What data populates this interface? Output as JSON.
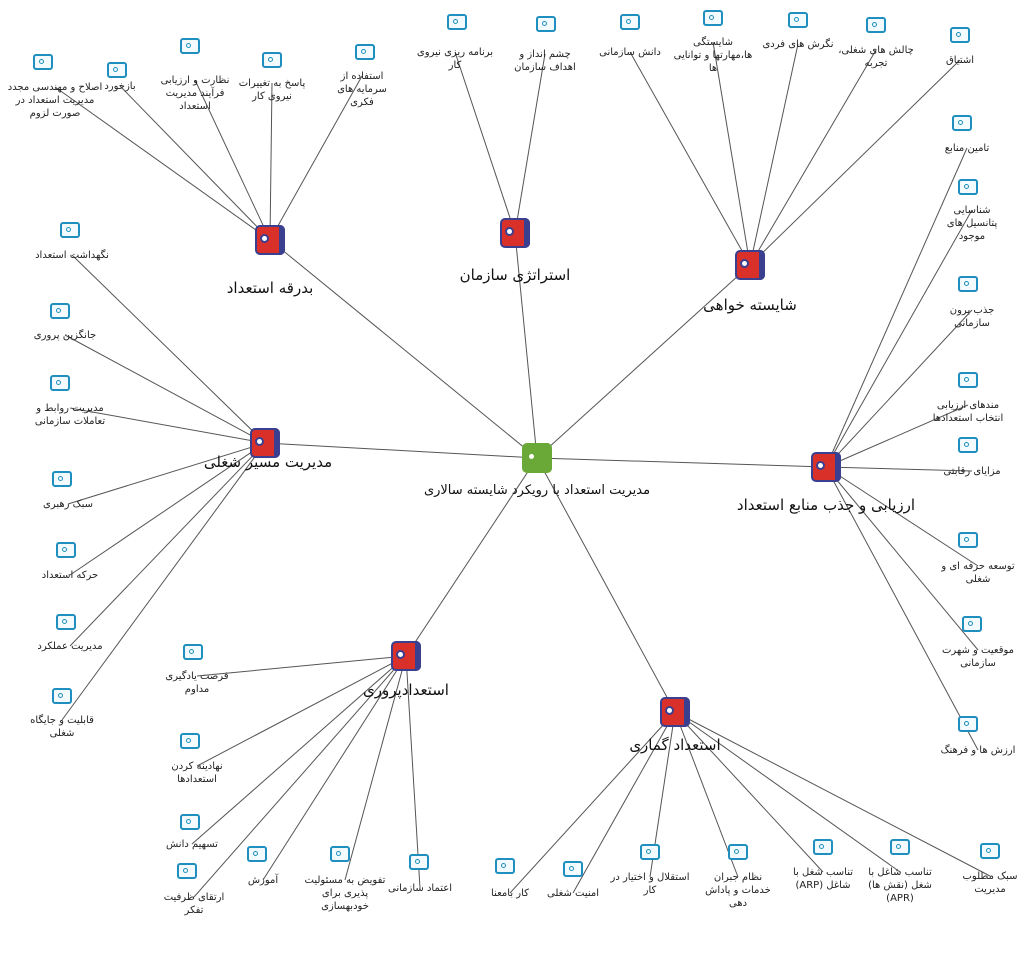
{
  "center": {
    "label": "مدیریت استعداد با رویکرد شایسته سالاری"
  },
  "branches": {
    "strategy": {
      "label": "استراتژی سازمان",
      "leaves": [
        "برنامه ریزی نیروی کار",
        "چشم انداز و اهداف سازمان"
      ]
    },
    "competency": {
      "label": "شایسته خواهی",
      "leaves": [
        "دانش سازمانی",
        "شایستگی ها،مهارتها و توانایی ها",
        "نگرش های فردی",
        "چالش های شغلی، تجربه",
        "اشتیاق"
      ]
    },
    "succession": {
      "label": "بدرقه استعداد",
      "leaves": [
        "اصلاح و مهندسی مجدد مدیریت استعداد در صورت لزوم",
        "بازخورد",
        "نظارت و ارزیابی فرآیند مدیریت استعداد",
        "پاسخ به تغییرات نیروی کار",
        "استفاده از سرمایه های فکری"
      ]
    },
    "career": {
      "label": "مدیریت مسیر شغلی",
      "leaves": [
        "نگهداشت استعداد",
        "جانگزین پروری",
        "مدیریت روابط و تعاملات سازمانی",
        "سبک رهبری",
        "حرکه استعداد",
        "مدیریت عملکرد",
        "قابلیت و جایگاه شغلی"
      ]
    },
    "attraction": {
      "label": "ارزیابی و جذب منابع استعداد",
      "leaves": [
        "تامین منابع",
        "شناسایی پتانسیل های موجود",
        "جذب برون سازمانی",
        "مندهای ارزیابی انتخاب استعدادها",
        "مزایای رقابتی",
        "توسعه حرفه ای و شغلی",
        "موقعیت و شهرت سازمانی",
        "ارزش ها و فرهنگ"
      ]
    },
    "development": {
      "label": "استعدادپروری",
      "leaves": [
        "فرصت یادگیری مداوم",
        "نهادینه کردن استعدادها",
        "تسهیم دانش",
        "ارتقای ظرفیت تفکر",
        "آموزش",
        "تفویض به مسئولیت پذیری برای خودبهسازی",
        "اعتماد سازمانی"
      ]
    },
    "deployment": {
      "label": "استعداد گماری",
      "leaves": [
        "کار بامعنا",
        "امنیت شغلی",
        "استقلال و اختیار در کار",
        "نظام جبران خدمات و پاداش دهی",
        "تناسب شغل با شاغل (ARP)",
        "تناسب شاغل با شغل (نقش ها) (APR)",
        "سبک مطلوب مدیریت"
      ]
    }
  },
  "colors": {
    "hub_red": "#d9302a",
    "hub_border": "#3b3f8f",
    "center_green": "#6aa838",
    "leaf_icon": "#1f8fbf",
    "connector": "#555555"
  },
  "icons": {
    "leaf": "document-icon",
    "hub": "folder-icon",
    "center": "folder-icon"
  }
}
